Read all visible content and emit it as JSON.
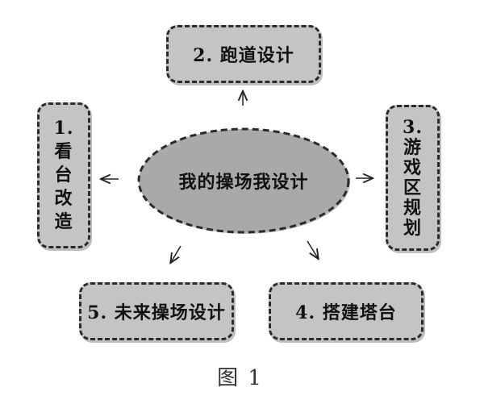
{
  "center": {
    "label": "我的操场我设计"
  },
  "nodes": {
    "top": "2. 跑道设计",
    "left_lines": [
      "1.",
      "看",
      "台",
      "改",
      "造"
    ],
    "right_lines": [
      "3.",
      "游",
      "戏",
      "区",
      "规",
      "划"
    ],
    "bottom_right": "4. 搭建塔台",
    "bottom_left": "5. 未来操场设计"
  },
  "caption": "图 1",
  "colors": {
    "box_fill": "#c4c4c4",
    "ellipse_fill": "#a9a9a9",
    "border": "#2b2b2b"
  }
}
